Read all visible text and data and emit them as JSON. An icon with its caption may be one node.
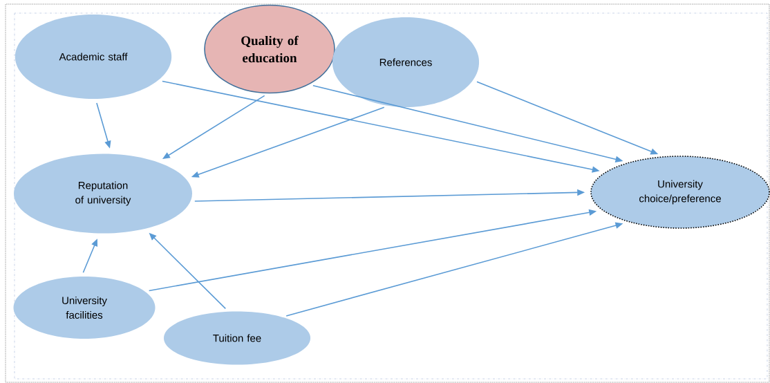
{
  "diagram": {
    "nodes": [
      {
        "text": [
          "Academic staff"
        ]
      },
      {
        "text": [
          "Quality of education"
        ]
      },
      {
        "text": [
          "References"
        ]
      },
      {
        "text": [
          "Reputation of university"
        ]
      },
      {
        "text": [
          "University choice/preference"
        ]
      },
      {
        "text": [
          "University facilities"
        ]
      },
      {
        "text": [
          "Tuition fee"
        ]
      }
    ],
    "edges": [
      {
        "from": 0,
        "to": 3,
        "arrow": "to"
      },
      {
        "from": 0,
        "to": 4,
        "arrow": "to"
      },
      {
        "from": 1,
        "to": 3,
        "arrow": "to"
      },
      {
        "from": 1,
        "to": 4,
        "arrow": "to"
      },
      {
        "from": 2,
        "to": 3,
        "arrow": "to"
      },
      {
        "from": 2,
        "to": 4,
        "arrow": "to"
      },
      {
        "from": 3,
        "to": 4,
        "arrow": "to"
      },
      {
        "from": 5,
        "to": 3,
        "arrow": "to"
      },
      {
        "from": 5,
        "to": 4,
        "arrow": "to"
      },
      {
        "from": 6,
        "to": 3,
        "arrow": "to"
      },
      {
        "from": 6,
        "to": 4,
        "arrow": "to"
      }
    ]
  }
}
